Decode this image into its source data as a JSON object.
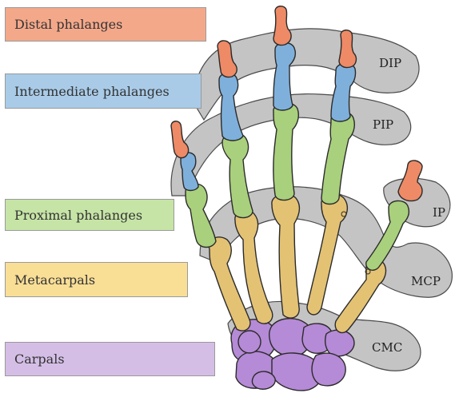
{
  "legend": {
    "distal": {
      "label": "Distal phalanges",
      "color": "#f4a88a"
    },
    "intermediate": {
      "label": "Intermediate phalanges",
      "color": "#a9cbe8"
    },
    "proximal": {
      "label": "Proximal phalanges",
      "color": "#c6e4a6"
    },
    "metacarpals": {
      "label": "Metacarpals",
      "color": "#f9de96"
    },
    "carpals": {
      "label": "Carpals",
      "color": "#d5bee6"
    }
  },
  "joints": {
    "dip": "DIP",
    "pip": "PIP",
    "ip": "IP",
    "mcp": "MCP",
    "cmc": "CMC"
  },
  "bone_colors": {
    "distal": "#ee8a66",
    "intermediate": "#7fb0dc",
    "proximal": "#a9d07c",
    "metacarpal": "#e4c274",
    "carpal": "#b58ad6",
    "outline": "#2b2b2b",
    "joint_band": "#c4c4c4"
  }
}
